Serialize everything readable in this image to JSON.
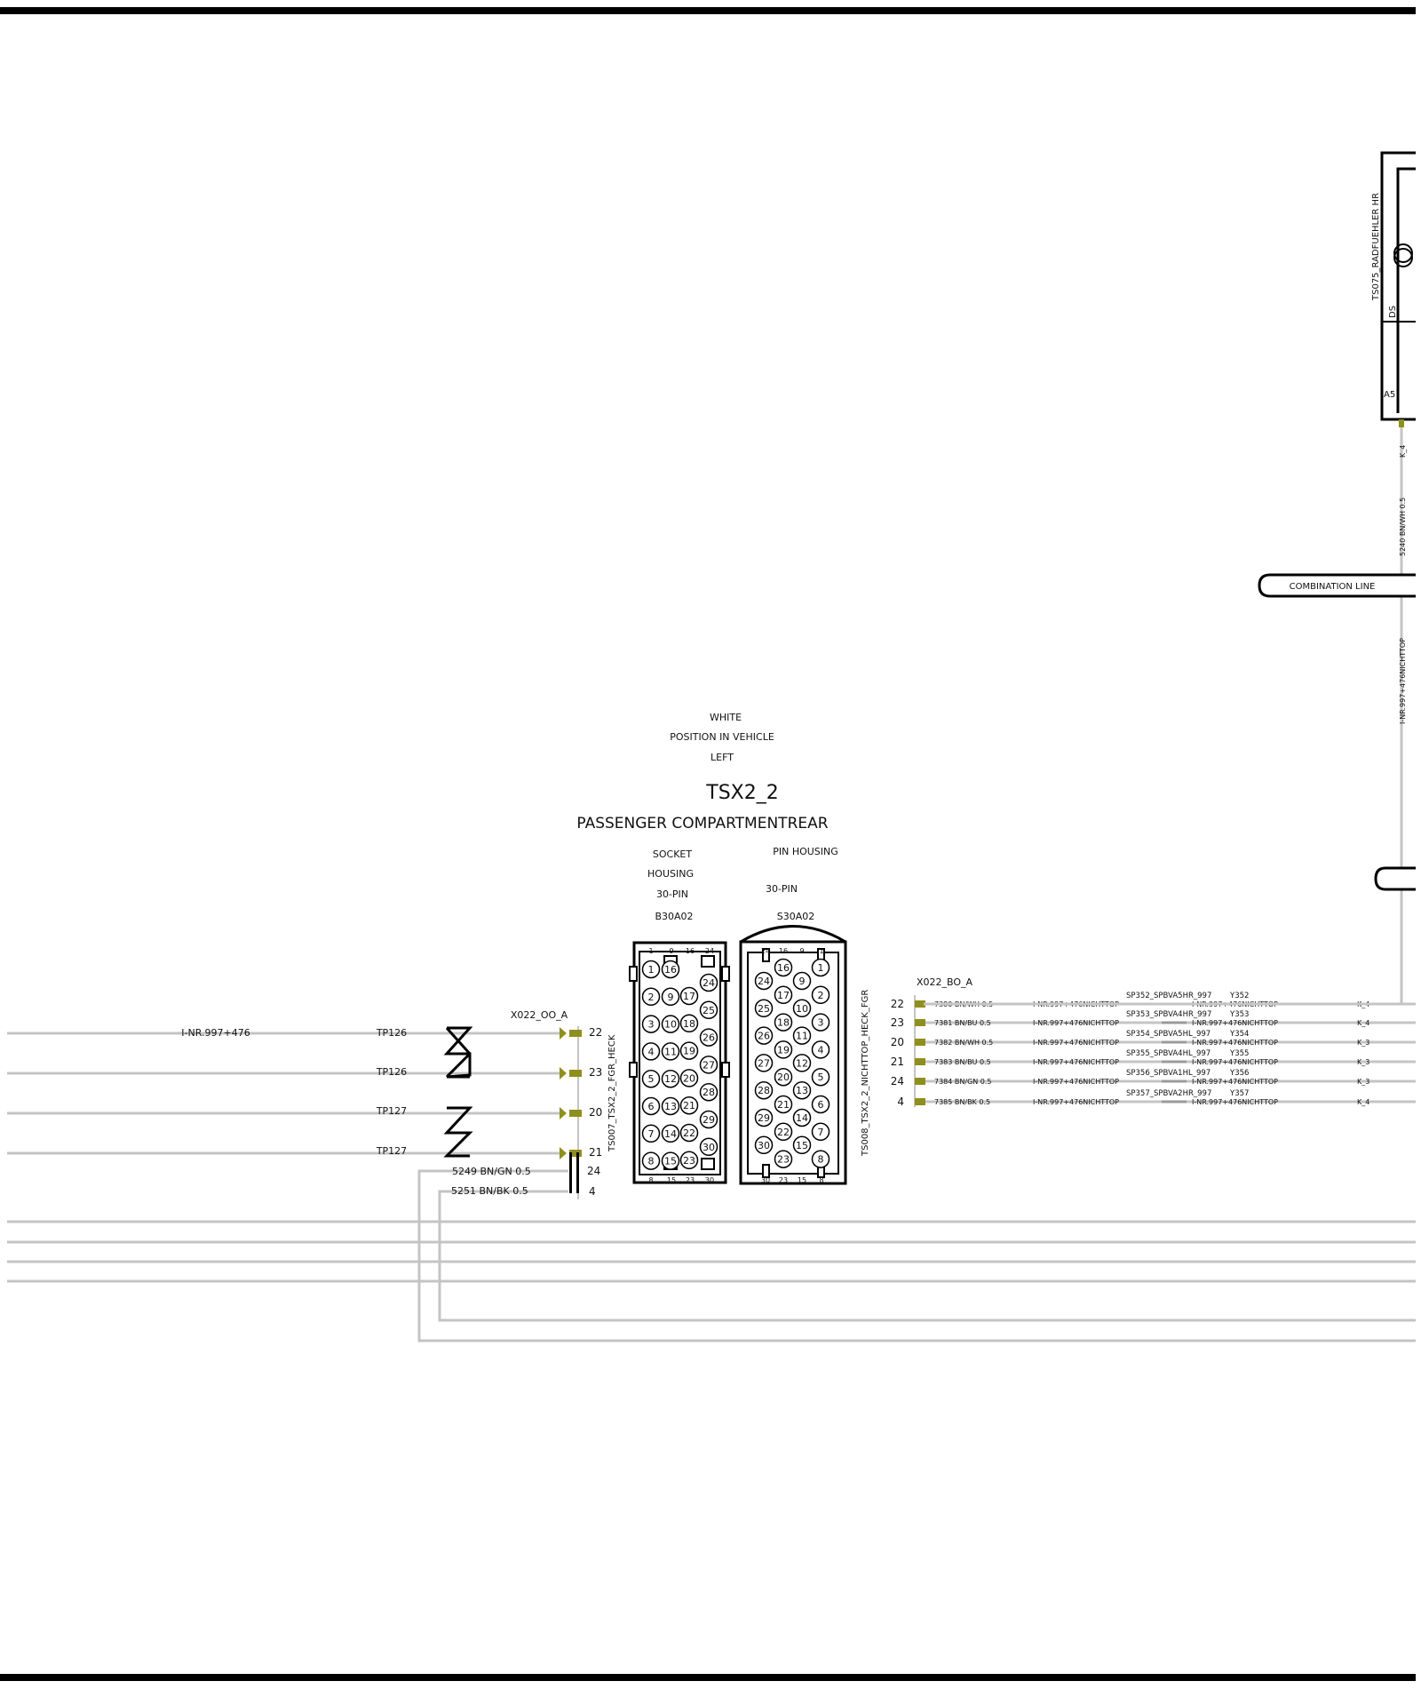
{
  "diagram": {
    "connector_name": "TSX2_2",
    "location": "PASSENGER COMPARTMENTREAR",
    "color_label": "WHITE",
    "position_label": "POSITION IN VEHICLE",
    "side_label": "LEFT",
    "socket_housing": {
      "line1": "SOCKET",
      "line2": "HOUSING",
      "pins": "30-PIN",
      "part": "B30A02",
      "ref": "TS007_TSX2_2_FGR_HECK",
      "face_numbers": [
        "1",
        "9",
        "16",
        "24",
        "8",
        "15",
        "23",
        "30"
      ]
    },
    "pin_housing": {
      "title": "PIN HOUSING",
      "pins": "30-PIN",
      "part": "S30A02",
      "ref": "TS008_TSX2_2_NICHTTOP_HECK_FGR",
      "face_numbers": [
        "24",
        "16",
        "9",
        "1",
        "30",
        "23",
        "15",
        "8"
      ]
    },
    "left_connector": {
      "name": "X022_OO_A",
      "pins": [
        "22",
        "23",
        "20",
        "21",
        "24",
        "4"
      ],
      "twisted_pairs": [
        "TP126",
        "TP126",
        "TP127",
        "TP127"
      ],
      "wire_note": "I-NR.997+476",
      "extra_wires": [
        "5249 BN/GN 0.5",
        "5251 BN/BK 0.5"
      ]
    },
    "right_connector": {
      "name": "X022_BO_A",
      "pins": [
        "22",
        "23",
        "20",
        "21",
        "24",
        "4"
      ],
      "wires": [
        "7380 BN/WH 0.5",
        "7381 BN/BU 0.5",
        "7382 BN/WH 0.5",
        "7383 BN/BU 0.5",
        "7384 BN/GN 0.5",
        "7385 BN/BK 0.5"
      ],
      "codes": [
        "I-NR.997+476NICHTTOP",
        "I-NR.997+476NICHTTOP",
        "I-NR.997+476NICHTTOP",
        "I-NR.997+476NICHTTOP",
        "I-NR.997+476NICHTTOP",
        "I-NR.997+476NICHTTOP"
      ],
      "codes2": [
        "I-NR.997+476NICHTTOP",
        "I-NR.997+476NICHTTOP",
        "I-NR.997+476NICHTTOP",
        "I-NR.997+476NICHTTOP",
        "I-NR.997+476NICHTTOP",
        "I-NR.997+476NICHTTOP"
      ],
      "splices": [
        "SP352_SPBVA5HR_997",
        "SP353_SPBVA4HR_997",
        "SP354_SPBVA5HL_997",
        "SP355_SPBVA4HL_997",
        "SP356_SPBVA1HL_997",
        "SP357_SPBVA2HR_997"
      ],
      "y_codes": [
        "Y352",
        "Y353",
        "Y354",
        "Y355",
        "Y356",
        "Y357"
      ],
      "k_codes": [
        "K_4",
        "K_4",
        "K_3",
        "K_3",
        "K_3",
        "K_4"
      ]
    },
    "sensor": {
      "name": "TS075_RADFUEHLER HR",
      "ds": "DS",
      "pin": "A5",
      "k": "K_4",
      "wire": "5240 BN/WH 0.5",
      "code": "I-NR.997+476NICHTTOP"
    },
    "combination_line": "COMBINATION LINE",
    "socket_grid_labels": {
      "c1": [
        "1",
        "2",
        "3",
        "4",
        "5",
        "6",
        "7",
        "8"
      ],
      "c2": [
        "16",
        "9",
        "10",
        "11",
        "12",
        "13",
        "14",
        "15"
      ],
      "c3": [
        "17",
        "18",
        "19",
        "20",
        "21",
        "22",
        "23"
      ],
      "c4": [
        "24",
        "25",
        "26",
        "27",
        "28",
        "29",
        "30"
      ]
    },
    "pin_grid_labels": {
      "c1": [
        "24",
        "25",
        "26",
        "27",
        "28",
        "29",
        "30"
      ],
      "c2": [
        "16",
        "17",
        "18",
        "19",
        "20",
        "21",
        "22",
        "23"
      ],
      "c3": [
        "9",
        "10",
        "11",
        "12",
        "13",
        "14",
        "15"
      ],
      "c4": [
        "1",
        "2",
        "3",
        "4",
        "5",
        "6",
        "7",
        "8"
      ]
    }
  }
}
